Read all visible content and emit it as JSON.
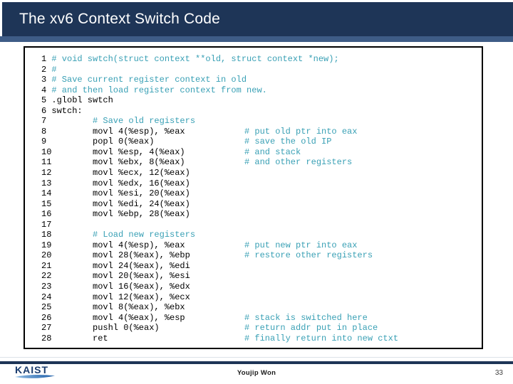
{
  "slide": {
    "title": "The xv6 Context Switch Code",
    "footer": {
      "author": "Youjip Won",
      "page_number": "33",
      "logo_text": "KAIST"
    },
    "colors": {
      "header_bg": "#1E3557",
      "accent_strip": "#3E5C86",
      "comment_teal": "#39A0B5",
      "code_black": "#000000",
      "footer_line": "#1E3557"
    }
  },
  "code": {
    "lines": [
      {
        "num": "1",
        "code": "# void swtch(struct context **old, struct context *new);",
        "teal": true,
        "comment": ""
      },
      {
        "num": "2",
        "code": "#",
        "teal": true,
        "comment": ""
      },
      {
        "num": "3",
        "code": "# Save current register context in old",
        "teal": true,
        "comment": ""
      },
      {
        "num": "4",
        "code": "# and then load register context from new.",
        "teal": true,
        "comment": ""
      },
      {
        "num": "5",
        "code": ".globl swtch",
        "teal": false,
        "comment": ""
      },
      {
        "num": "6",
        "code": "swtch:",
        "teal": false,
        "comment": ""
      },
      {
        "num": "7",
        "code": "        # Save old registers",
        "teal": true,
        "comment": ""
      },
      {
        "num": "8",
        "code": "        movl 4(%esp), %eax",
        "teal": false,
        "comment": "# put old ptr into eax"
      },
      {
        "num": "9",
        "code": "        popl 0(%eax)",
        "teal": false,
        "comment": "# save the old IP"
      },
      {
        "num": "10",
        "code": "        movl %esp, 4(%eax)",
        "teal": false,
        "comment": "# and stack"
      },
      {
        "num": "11",
        "code": "        movl %ebx, 8(%eax)",
        "teal": false,
        "comment": "# and other registers"
      },
      {
        "num": "12",
        "code": "        movl %ecx, 12(%eax)",
        "teal": false,
        "comment": ""
      },
      {
        "num": "13",
        "code": "        movl %edx, 16(%eax)",
        "teal": false,
        "comment": ""
      },
      {
        "num": "14",
        "code": "        movl %esi, 20(%eax)",
        "teal": false,
        "comment": ""
      },
      {
        "num": "15",
        "code": "        movl %edi, 24(%eax)",
        "teal": false,
        "comment": ""
      },
      {
        "num": "16",
        "code": "        movl %ebp, 28(%eax)",
        "teal": false,
        "comment": ""
      },
      {
        "num": "17",
        "code": "",
        "teal": false,
        "comment": ""
      },
      {
        "num": "18",
        "code": "        # Load new registers",
        "teal": true,
        "comment": ""
      },
      {
        "num": "19",
        "code": "        movl 4(%esp), %eax",
        "teal": false,
        "comment": "# put new ptr into eax"
      },
      {
        "num": "20",
        "code": "        movl 28(%eax), %ebp",
        "teal": false,
        "comment": "# restore other registers"
      },
      {
        "num": "21",
        "code": "        movl 24(%eax), %edi",
        "teal": false,
        "comment": ""
      },
      {
        "num": "22",
        "code": "        movl 20(%eax), %esi",
        "teal": false,
        "comment": ""
      },
      {
        "num": "23",
        "code": "        movl 16(%eax), %edx",
        "teal": false,
        "comment": ""
      },
      {
        "num": "24",
        "code": "        movl 12(%eax), %ecx",
        "teal": false,
        "comment": ""
      },
      {
        "num": "25",
        "code": "        movl 8(%eax), %ebx",
        "teal": false,
        "comment": ""
      },
      {
        "num": "26",
        "code": "        movl 4(%eax), %esp",
        "teal": false,
        "comment": "# stack is switched here"
      },
      {
        "num": "27",
        "code": "        pushl 0(%eax)",
        "teal": false,
        "comment": "# return addr put in place"
      },
      {
        "num": "28",
        "code": "        ret",
        "teal": false,
        "comment": "# finally return into new ctxt"
      }
    ]
  }
}
